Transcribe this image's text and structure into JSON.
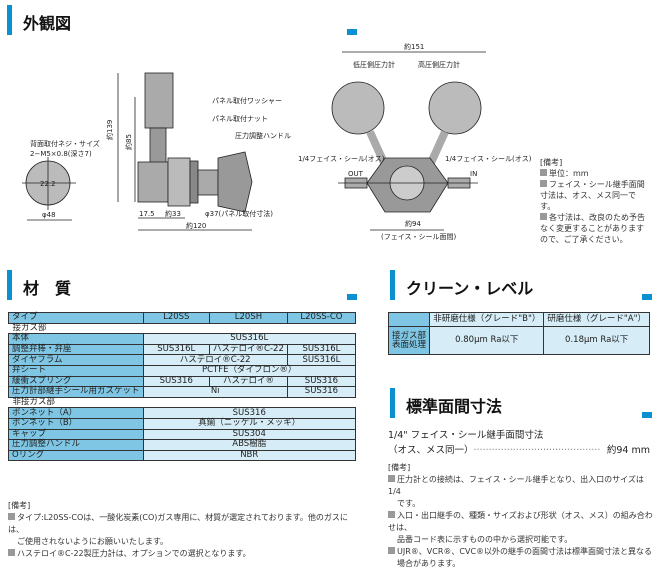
{
  "sections": {
    "appearance": "外観図",
    "materials": "材　質",
    "clean": "クリーン・レベル",
    "face": "標準面間寸法"
  },
  "drawing": {
    "back_screw": "背面取付ネジ・サイズ",
    "back_screw_spec": "2−M5×0.8(深さ7)",
    "dim_22": "22.2",
    "dim_48": "φ48",
    "dim_139": "約139",
    "dim_85": "約85",
    "washer": "パネル取付ワッシャー",
    "nut": "パネル取付ナット",
    "handle": "圧力調整ハンドル",
    "dim_175": "17.5",
    "dim_33": "約33",
    "dim_37": "φ37(パネル取付寸法)",
    "dim_120": "約120",
    "dim_151": "約151",
    "low_gauge": "低圧側圧力計",
    "high_gauge": "高圧側圧力計",
    "face_left": "1/4フェイス・シール(オス)",
    "face_right": "1/4フェイス・シール(オス)",
    "out": "OUT",
    "in": "IN",
    "dim_94": "約94",
    "dim_94_note": "(フェイス・シール面間)"
  },
  "drawing_notes": {
    "title": "[備考]",
    "items": [
      "単位：mm",
      "フェイス・シール継手面間寸法は、オス、メス同一です。",
      "各寸法は、改良のため予告なく変更することがあります ので、ご了承ください。"
    ]
  },
  "materials": {
    "header": [
      "タイプ",
      "L20SS",
      "L20SH",
      "L20SS-CO"
    ],
    "sec_wet": "接ガス部",
    "body": [
      "本体",
      "SUS316L"
    ],
    "stem": [
      "調整弁棒・弁座",
      "SUS316L",
      "ハステロイ®C-22",
      "SUS316L"
    ],
    "diaphragm": [
      "ダイヤフラム",
      "ハステロイ®C-22",
      "SUS316L"
    ],
    "seat": [
      "弁シート",
      "PCTFE（ダイフロン®）"
    ],
    "spring": [
      "緩衝スプリング",
      "SUS316",
      "ハステロイ®",
      "SUS316"
    ],
    "gasket": [
      "圧力計部継手シール用ガスケット",
      "Ni",
      "SUS316"
    ],
    "sec_dry": "非接ガス部",
    "bonnet_a": [
      "ボンネット（A）",
      "SUS316"
    ],
    "bonnet_b": [
      "ボンネット（B）",
      "真鍮（ニッケル・メッキ）"
    ],
    "cap": [
      "キャップ",
      "SUS304"
    ],
    "handle": [
      "圧力調整ハンドル",
      "ABS樹脂"
    ],
    "oring": [
      "Oリング",
      "NBR"
    ]
  },
  "materials_notes": {
    "title": "[備考]",
    "items": [
      "タイプ:L20SS-COは、一酸化炭素(CO)ガス専用に、材質が選定されております。他のガスには、",
      "ご使用されないようにお願いいたします。",
      "ハステロイ®C-22製圧力計は、オプションでの選択となります。"
    ]
  },
  "clean": {
    "header": [
      "",
      "非研磨仕様（グレード\"B\"）",
      "研磨仕様（グレード\"A\"）"
    ],
    "row": [
      "接ガス部表面処理",
      "0.80μm Ra以下",
      "0.18μm Ra以下"
    ]
  },
  "face": {
    "line1": "1/4\" フェイス・シール継手面間寸法",
    "line2": "（オス、メス同一）",
    "dots": "··········································",
    "value": "約94 mm"
  },
  "face_notes": {
    "title": "[備考]",
    "items": [
      "圧力計との接続は、フェイス・シール継手となり、出入口のサイズは1/4",
      "です。",
      "入口・出口継手の、種類・サイズおよび形状（オス、メス）の組み合わせは、",
      "品番コード表に示すものの中から選択可能です。",
      "UJR®、VCR®、CVC®以外の継手の面間寸法は標準面間寸法と異なる",
      "場合があります。"
    ]
  }
}
